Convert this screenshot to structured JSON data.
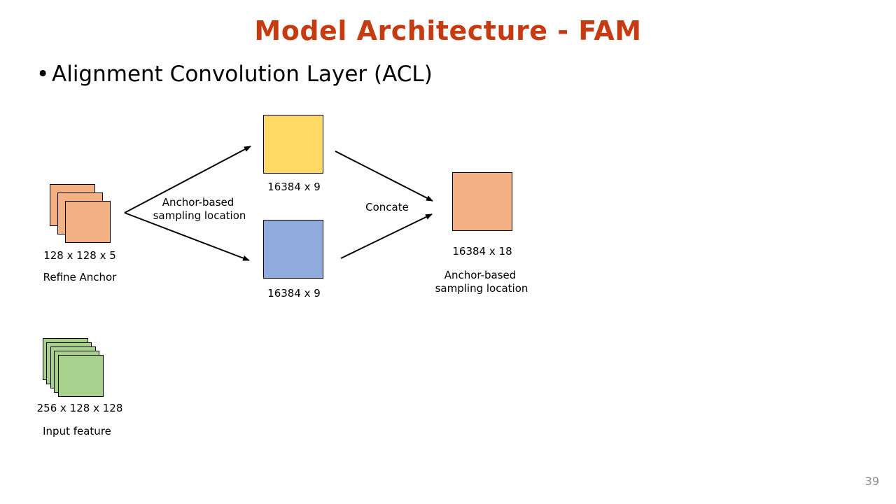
{
  "slide": {
    "title": "Model Architecture  - FAM",
    "bullet": "Alignment Convolution Layer (ACL)",
    "page_number": "39"
  },
  "diagram": {
    "refine_anchor": {
      "dims": "128 x 128 x 5",
      "name": "Refine Anchor"
    },
    "input_feature": {
      "dims": "256 x 128 x 128",
      "name": "Input feature"
    },
    "branch_label_line1": "Anchor-based",
    "branch_label_line2": "sampling location",
    "top_block_dims": "16384 x 9",
    "bottom_block_dims": "16384 x 9",
    "concat_label": "Concate",
    "output_block": {
      "dims": "16384 x 18",
      "name_line1": "Anchor-based",
      "name_line2": "sampling location"
    },
    "colors": {
      "title": "#c63c12",
      "orange": "#f4b183",
      "yellow": "#ffd966",
      "blue": "#8faadc",
      "green": "#a9d18e"
    }
  }
}
